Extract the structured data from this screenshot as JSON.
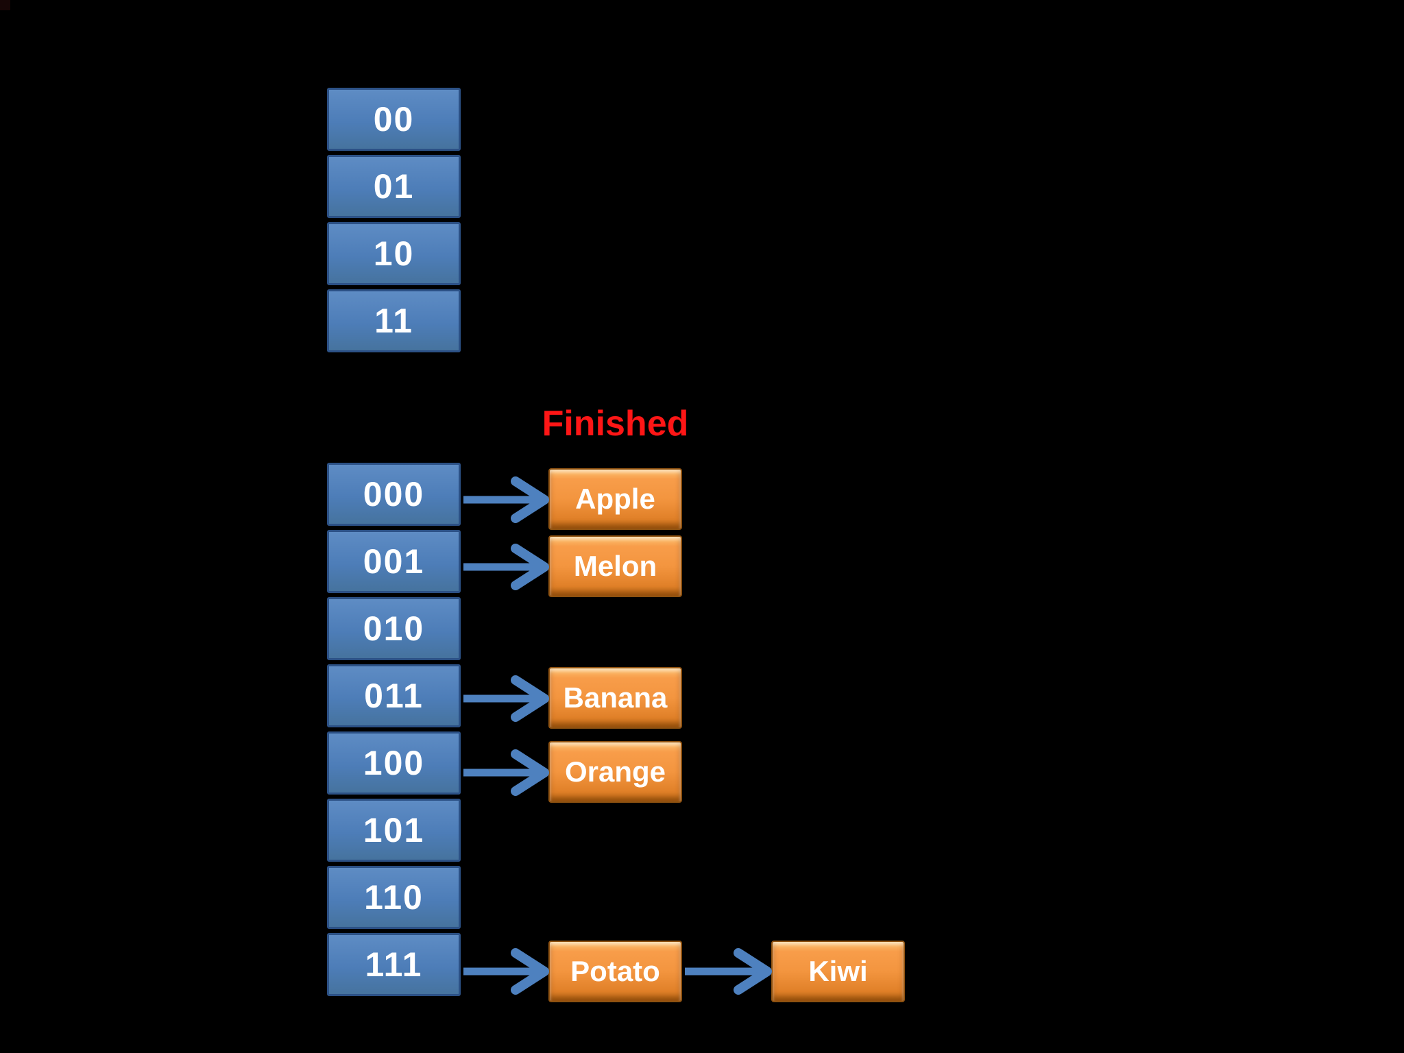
{
  "diagram": {
    "finished_label": "Finished",
    "colors": {
      "background": "#000000",
      "blue_fill": "#4d7db8",
      "blue_fill_light": "#5e8cc4",
      "blue_border": "#2c5186",
      "orange_top": "#fdc473",
      "orange_mid": "#f3953f",
      "orange_bottom": "#c06c16",
      "orange_border": "#8f5210",
      "arrow": "#4e81bf",
      "text": "#ffffff",
      "finished_red": "#fe1616"
    },
    "top_table": {
      "cells": [
        "00",
        "01",
        "10",
        "11"
      ]
    },
    "hash_table": {
      "cells": [
        "000",
        "001",
        "010",
        "011",
        "100",
        "101",
        "110",
        "111"
      ]
    },
    "entries": [
      {
        "slot": "000",
        "value": "Apple"
      },
      {
        "slot": "001",
        "value": "Melon"
      },
      {
        "slot": "011",
        "value": "Banana"
      },
      {
        "slot": "100",
        "value": "Orange"
      },
      {
        "slot": "111",
        "value": "Potato",
        "next": "Kiwi"
      }
    ]
  }
}
